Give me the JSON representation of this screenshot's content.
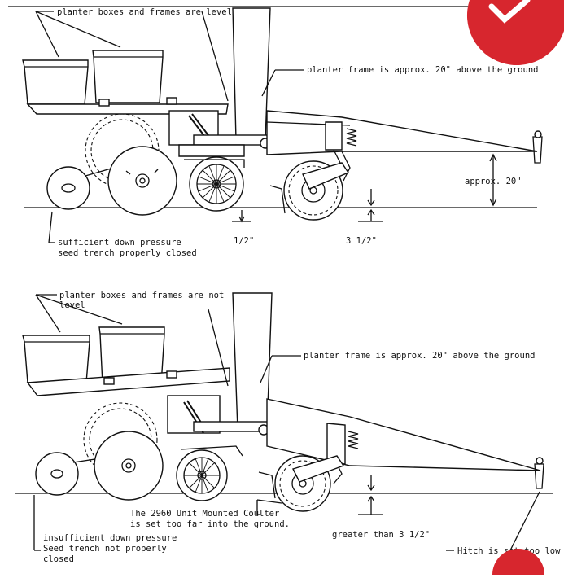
{
  "top": {
    "label_boxes_level": "planter boxes and frames are level",
    "label_frame_height": "planter frame is approx. 20\" above the ground",
    "label_approx": "approx. 20\"",
    "label_half_inch": "1/2\"",
    "label_three_half": "3 1/2\"",
    "label_pressure_line1": "sufficient down pressure",
    "label_pressure_line2": "seed trench properly closed"
  },
  "bottom": {
    "label_not_level_line1": "planter boxes and frames are not",
    "label_not_level_line2": "level",
    "label_frame_height": "planter frame is approx. 20\" above the ground",
    "label_coulter_line1": "The 2960 Unit Mounted Coulter",
    "label_coulter_line2": "is set too far into the ground.",
    "label_greater": "greater than 3 1/2\"",
    "label_pressure_line1": "insufficient down pressure",
    "label_pressure_line2": "Seed trench not properly",
    "label_pressure_line3": "closed",
    "label_hitch": "Hitch is set too low"
  },
  "colors": {
    "badge": "#d7262e",
    "ink": "#111111"
  },
  "icons": {
    "badge_top": "check-badge-icon",
    "badge_bottom": "badge-icon"
  }
}
